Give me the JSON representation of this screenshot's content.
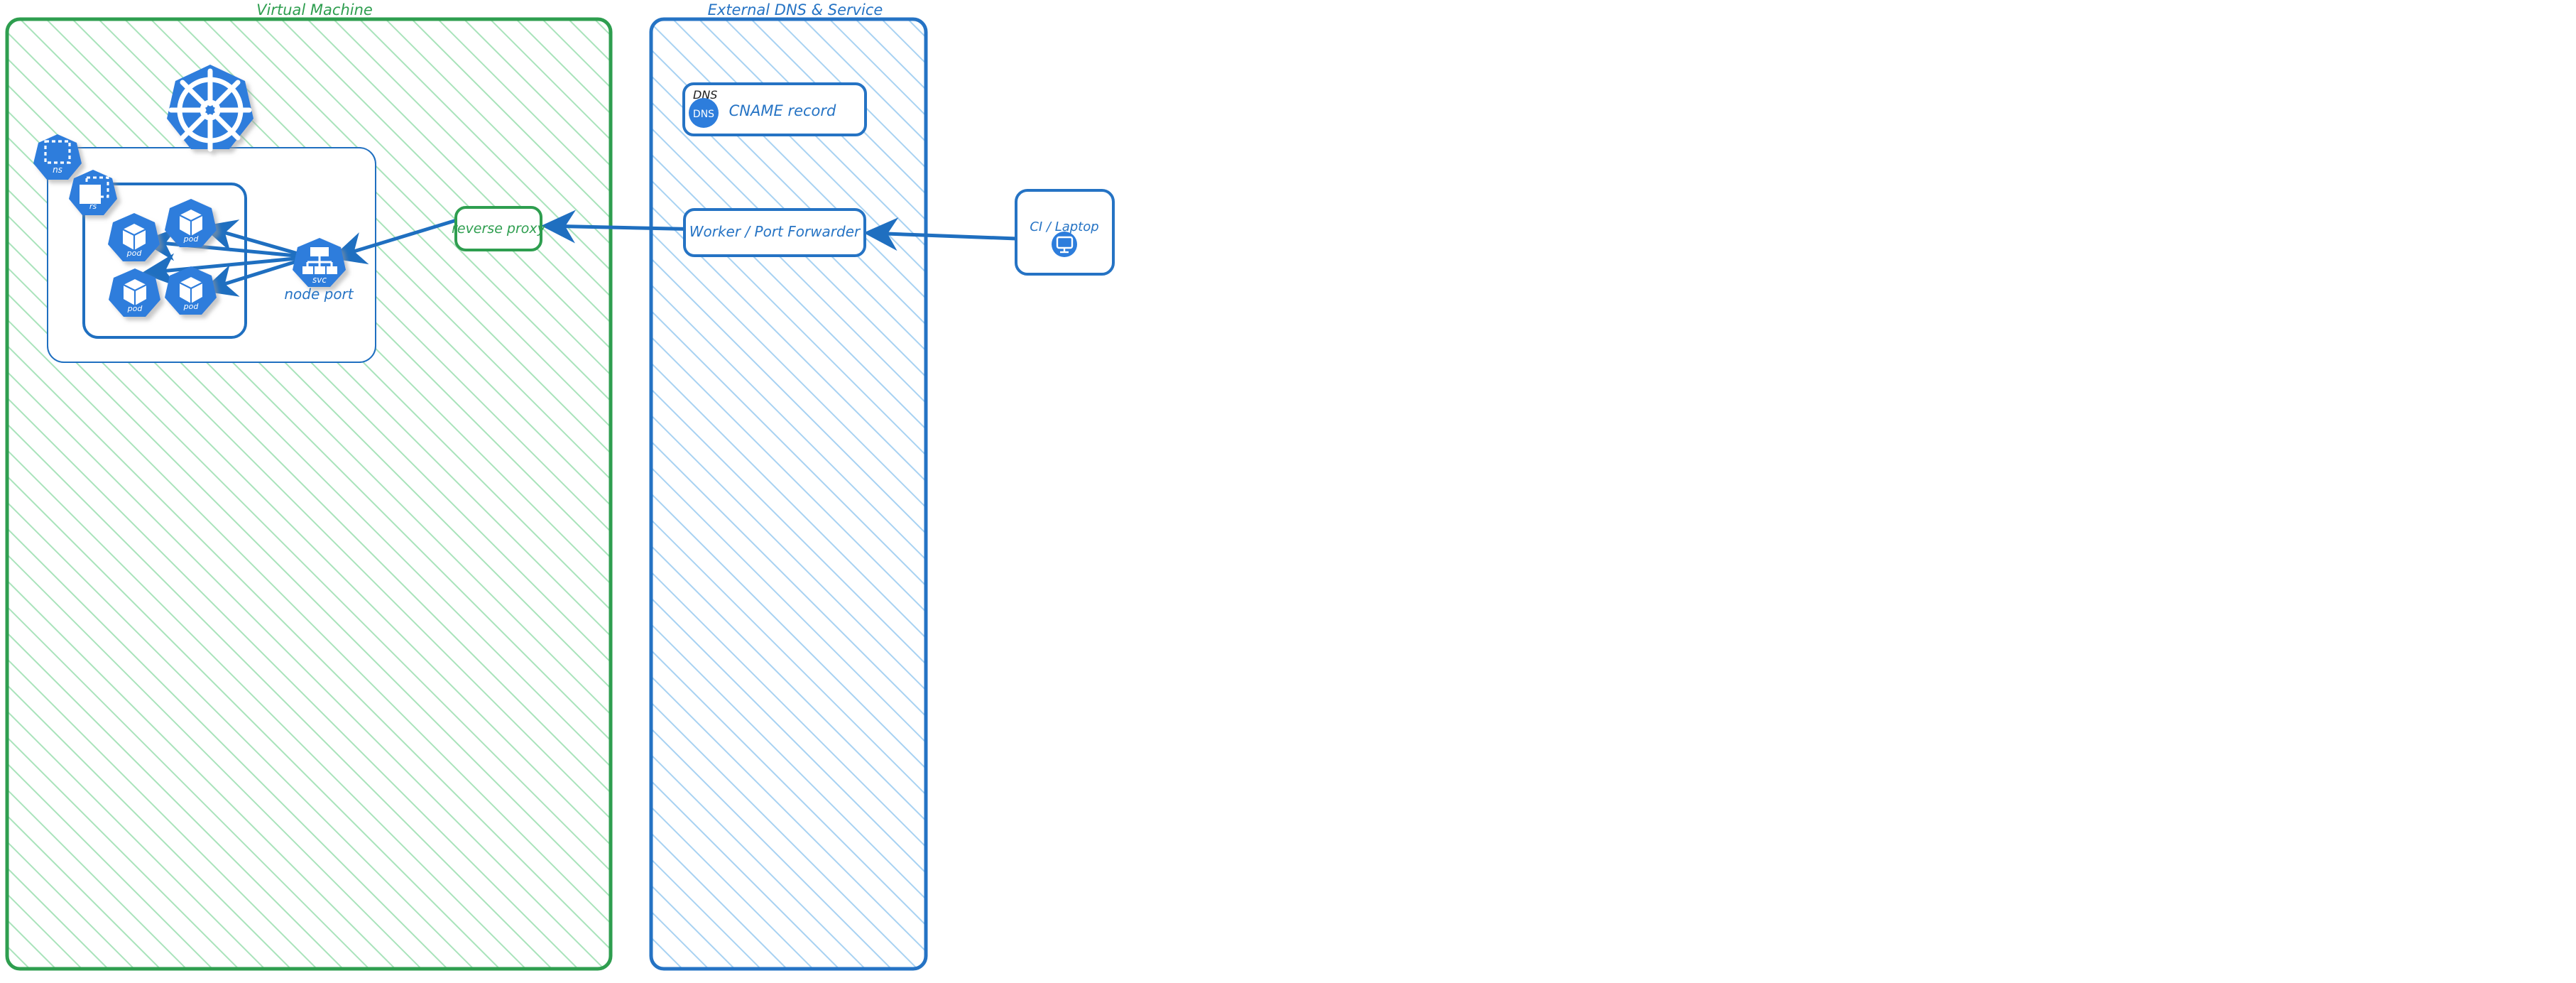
{
  "diagram": {
    "title_hidden": "",
    "zones": [
      {
        "id": "virtual-machine",
        "label": "Virtual Machine",
        "color": "#2e9e4f",
        "hatch": "#a9e3bb"
      },
      {
        "id": "external-dns-service",
        "label": "External DNS & Service",
        "color": "#2573c4",
        "hatch": "#a8d2f2"
      }
    ],
    "nodes": {
      "kubernetes_logo": {
        "name": "kubernetes-logo",
        "label": ""
      },
      "namespace": {
        "name": "ns",
        "label": "ns"
      },
      "replicaset": {
        "name": "rs",
        "label": "rs"
      },
      "pods": [
        {
          "label": "pod"
        },
        {
          "label": "pod"
        },
        {
          "label": "pod"
        },
        {
          "label": "pod"
        }
      ],
      "service": {
        "label": "svc",
        "caption": "node port"
      },
      "reverse_proxy": {
        "label": "reverse proxy",
        "color": "#2e9e4f"
      },
      "dns_box": {
        "header": "DNS",
        "badge": "DNS",
        "label": "CNAME record",
        "color": "#2573c4"
      },
      "worker": {
        "label": "Worker / Port Forwarder",
        "color": "#2573c4"
      },
      "client": {
        "label": "CI / Laptop",
        "icon": "desktop-monitor-icon",
        "color": "#2573c4"
      }
    },
    "edges": [
      {
        "from": "svc",
        "to": "pod-1"
      },
      {
        "from": "svc",
        "to": "pod-2"
      },
      {
        "from": "svc",
        "to": "pod-3"
      },
      {
        "from": "svc",
        "to": "pod-4"
      },
      {
        "from": "reverse-proxy",
        "to": "svc"
      },
      {
        "from": "worker",
        "to": "reverse-proxy"
      },
      {
        "from": "ci-laptop",
        "to": "worker"
      }
    ],
    "colors": {
      "k8s_blue": "#2d7ddc",
      "line_blue": "#1f6fc0",
      "green": "#2e9e4f",
      "blue": "#2573c4",
      "white": "#ffffff",
      "black": "#1c1c1c"
    }
  }
}
